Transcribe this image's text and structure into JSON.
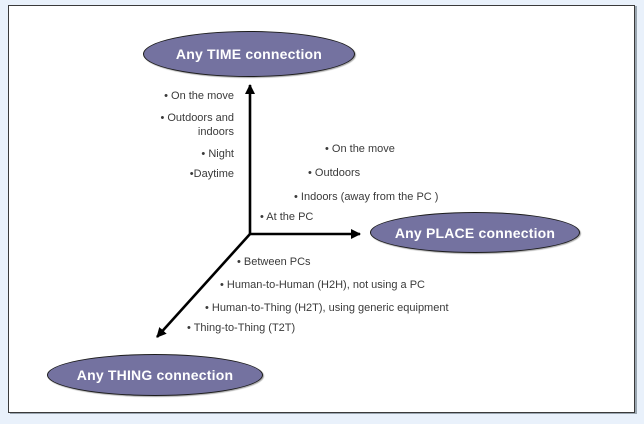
{
  "colors": {
    "page_background": "#e9f1fb",
    "slide_background": "#ffffff",
    "slide_border": "#3a3a3a",
    "oval_fill": "#7472a0",
    "oval_border": "#1c1c1c",
    "oval_text": "#ffffff",
    "list_text": "#3a3a3a",
    "arrow": "#000000"
  },
  "nodes": {
    "time": {
      "label": "Any TIME connection"
    },
    "place": {
      "label": "Any PLACE connection"
    },
    "thing": {
      "label": "Any THING connection"
    }
  },
  "lists": {
    "time": {
      "items": [
        "• On the move",
        "• Outdoors and",
        "indoors",
        "• Night",
        "•Daytime"
      ]
    },
    "place": {
      "items": [
        "• On the move",
        "• Outdoors",
        "• Indoors (away from the PC )",
        "• At the PC"
      ]
    },
    "thing": {
      "items": [
        "• Between PCs",
        "• Human-to-Human (H2H), not using a PC",
        "• Human-to-Thing (H2T), using generic equipment",
        "• Thing-to-Thing (T2T)"
      ]
    }
  }
}
